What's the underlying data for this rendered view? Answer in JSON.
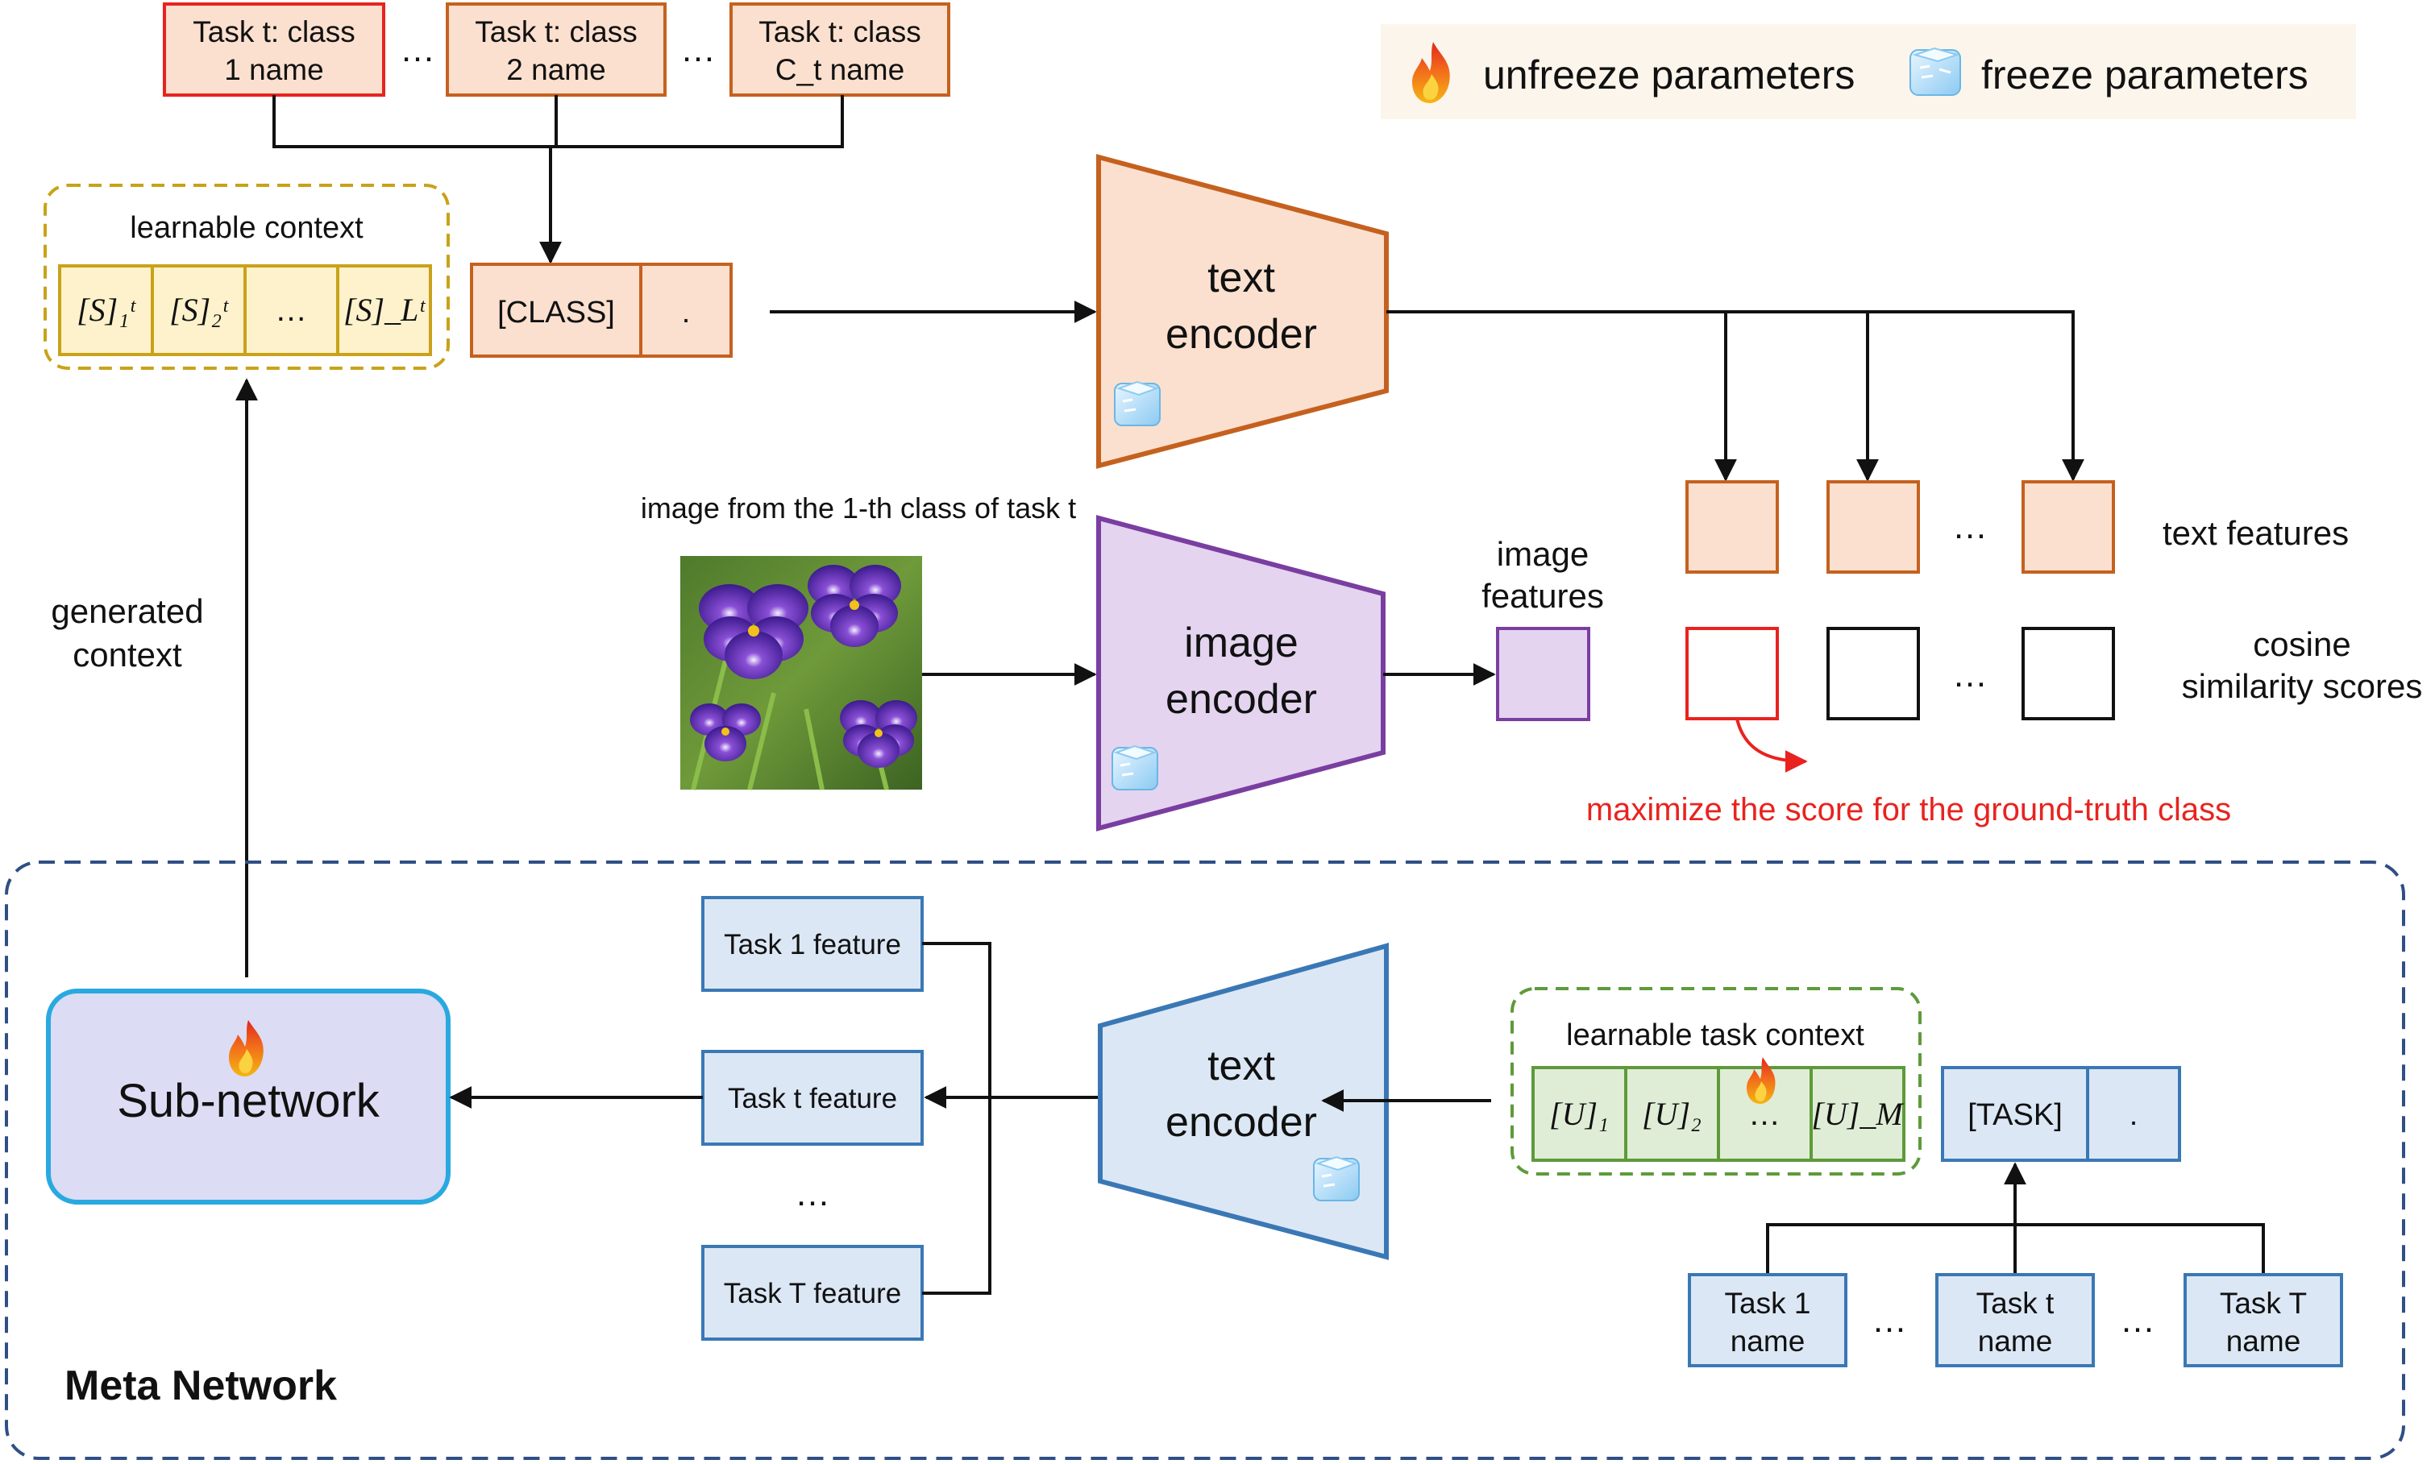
{
  "legend": {
    "unfreeze": "unfreeze parameters",
    "freeze": "freeze parameters"
  },
  "class_names": {
    "c1_line1": "Task t: class",
    "c1_line2": "1 name",
    "c2_line1": "Task t: class",
    "c2_line2": "2 name",
    "c3_line1": "Task t: class",
    "c3_line2": "C_t name",
    "dots": "…"
  },
  "learnable_context": {
    "title": "learnable context",
    "tokens": [
      "[S]₁ᵗ",
      "[S]₂ᵗ",
      "…",
      "[S]_Lᵗ"
    ]
  },
  "class_prompt": {
    "class_token": "[CLASS]",
    "period": "."
  },
  "text_encoder_top": {
    "line1": "text",
    "line2": "encoder"
  },
  "image_caption": "image from the 1-th class of task t",
  "image_encoder": {
    "line1": "image",
    "line2": "encoder"
  },
  "image_features": {
    "line1": "image",
    "line2": "features"
  },
  "text_features_label": "text features",
  "cosine_label": {
    "line1": "cosine",
    "line2": "similarity scores"
  },
  "dots": "…",
  "maximize_text": "maximize the score for the ground-truth class",
  "generated_context": {
    "line1": "generated",
    "line2": "context"
  },
  "meta_network": {
    "title": "Meta Network",
    "subnetwork": "Sub-network",
    "task_features": [
      "Task 1 feature",
      "Task t feature",
      "Task T feature"
    ],
    "text_encoder": {
      "line1": "text",
      "line2": "encoder"
    },
    "task_context_title": "learnable task context",
    "task_context_tokens": [
      "[U]₁",
      "[U]₂",
      "…",
      "[U]_M"
    ],
    "task_token": "[TASK]",
    "period": ".",
    "task_names": [
      {
        "line1": "Task 1",
        "line2": "name"
      },
      {
        "line1": "Task t",
        "line2": "name"
      },
      {
        "line1": "Task T",
        "line2": "name"
      }
    ]
  },
  "colors": {
    "orange_fill": "#fbe0cf",
    "orange_stroke": "#c5611f",
    "red": "#e8231f",
    "yellow_fill": "#fdf2cc",
    "yellow_stroke": "#c9a219",
    "purple_fill": "#e4d4ef",
    "purple_stroke": "#7a3ea1",
    "blue_fill": "#dce7f5",
    "blue_stroke": "#3a78b5",
    "green_fill": "#e0edd6",
    "green_stroke": "#5e9a3a",
    "subnet_fill": "#dcdcf4",
    "subnet_stroke": "#29a9e0",
    "meta_dash": "#2f4f85",
    "legend_bg": "#fbf5ec"
  }
}
